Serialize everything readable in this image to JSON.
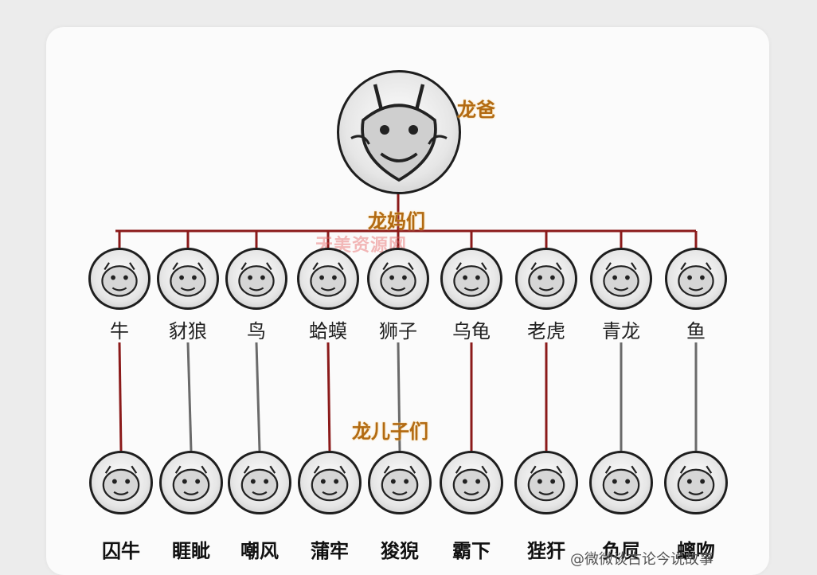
{
  "father": {
    "label": "龙爸",
    "icon": "dragon-father-icon"
  },
  "mothers_label": "龙妈们",
  "sons_label": "龙儿子们",
  "mothers": [
    {
      "label": "牛",
      "icon": "ox-icon"
    },
    {
      "label": "豺狼",
      "icon": "jackal-icon"
    },
    {
      "label": "鸟",
      "icon": "bird-icon"
    },
    {
      "label": "蛤蟆",
      "icon": "toad-icon"
    },
    {
      "label": "狮子",
      "icon": "lion-icon"
    },
    {
      "label": "乌龟",
      "icon": "turtle-icon"
    },
    {
      "label": "老虎",
      "icon": "tiger-icon"
    },
    {
      "label": "青龙",
      "icon": "azure-dragon-icon"
    },
    {
      "label": "鱼",
      "icon": "fish-icon"
    }
  ],
  "sons": [
    {
      "label": "囚牛",
      "icon": "qiuniu-icon"
    },
    {
      "label": "睚眦",
      "icon": "yazi-icon"
    },
    {
      "label": "嘲风",
      "icon": "chaofeng-icon"
    },
    {
      "label": "蒲牢",
      "icon": "pulao-icon"
    },
    {
      "label": "狻猊",
      "icon": "suanni-icon"
    },
    {
      "label": "霸下",
      "icon": "baxia-icon"
    },
    {
      "label": "狴犴",
      "icon": "bian-icon"
    },
    {
      "label": "负屃",
      "icon": "fuxi-icon"
    },
    {
      "label": "螭吻",
      "icon": "chiwen-icon"
    }
  ],
  "watermark": "天美资源网",
  "credit": "@微微谈古论今说故事",
  "colors": {
    "line": "#8b1a1a",
    "gold_text": "#b26a12"
  }
}
